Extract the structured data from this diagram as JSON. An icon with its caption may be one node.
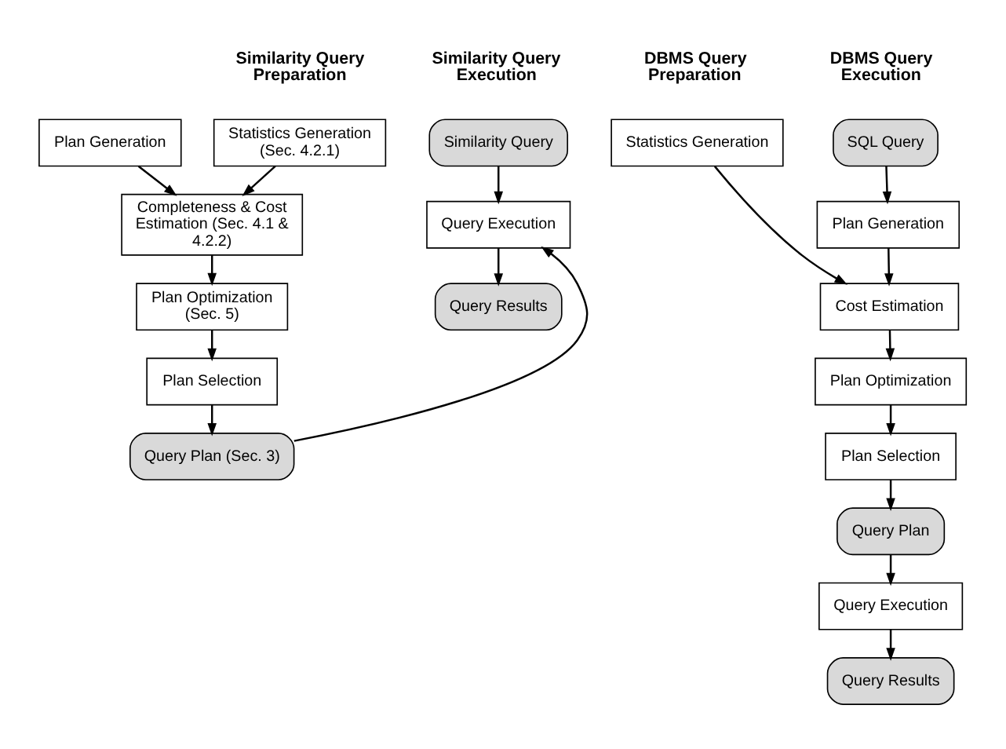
{
  "diagram": {
    "nodes": [
      {
        "text": [
          "Statistics Generation (Sec. 4.2.1)"
        ]
      },
      {
        "text": [
          "Similarity Query"
        ]
      },
      {
        "text": [
          "Plan Generation"
        ]
      },
      {
        "text": [
          "Completeness & Cost Estimation (Sec. 4.1 & 4.2.2)"
        ]
      },
      {
        "text": [
          "Plan Optimization (Sec. 5)"
        ]
      },
      {
        "text": [
          "Plan Selection"
        ]
      },
      {
        "text": [
          "Query Plan (Sec. 3)"
        ]
      },
      {
        "text": [
          "Query Execution"
        ]
      },
      {
        "text": [
          "Query Results"
        ]
      },
      {
        "text": [
          "Statistics Generation"
        ]
      },
      {
        "text": [
          "SQL Query"
        ]
      },
      {
        "text": [
          "Plan Generation"
        ]
      },
      {
        "text": [
          "Cost Estimation"
        ]
      },
      {
        "text": [
          "Plan Optimization"
        ]
      },
      {
        "text": [
          "Plan Selection"
        ]
      },
      {
        "text": [
          "Query Plan"
        ]
      },
      {
        "text": [
          "Query Execution"
        ]
      },
      {
        "text": [
          "Query Results"
        ]
      }
    ],
    "edges": [
      {
        "from": 0,
        "to": 3,
        "arrow": "to"
      },
      {
        "from": 2,
        "to": 3,
        "arrow": "to"
      },
      {
        "from": 3,
        "to": 4,
        "arrow": "to"
      },
      {
        "from": 4,
        "to": 5,
        "arrow": "to"
      },
      {
        "from": 5,
        "to": 6,
        "arrow": "to"
      },
      {
        "from": 6,
        "to": 7,
        "arrow": "to"
      },
      {
        "from": 1,
        "to": 7,
        "arrow": "to"
      },
      {
        "from": 7,
        "to": 8,
        "arrow": "to"
      },
      {
        "from": 9,
        "to": 12,
        "arrow": "to"
      },
      {
        "from": 10,
        "to": 11,
        "arrow": "to"
      },
      {
        "from": 11,
        "to": 12,
        "arrow": "to"
      },
      {
        "from": 12,
        "to": 13,
        "arrow": "to"
      },
      {
        "from": 13,
        "to": 14,
        "arrow": "to"
      },
      {
        "from": 14,
        "to": 15,
        "arrow": "to"
      },
      {
        "from": 15,
        "to": 16,
        "arrow": "to"
      },
      {
        "from": 16,
        "to": 17,
        "arrow": "to"
      }
    ],
    "labels": [
      "Similarity Query Preparation",
      "Similarity Query Execution",
      "DBMS Query Preparation",
      "DBMS Query Execution"
    ]
  }
}
